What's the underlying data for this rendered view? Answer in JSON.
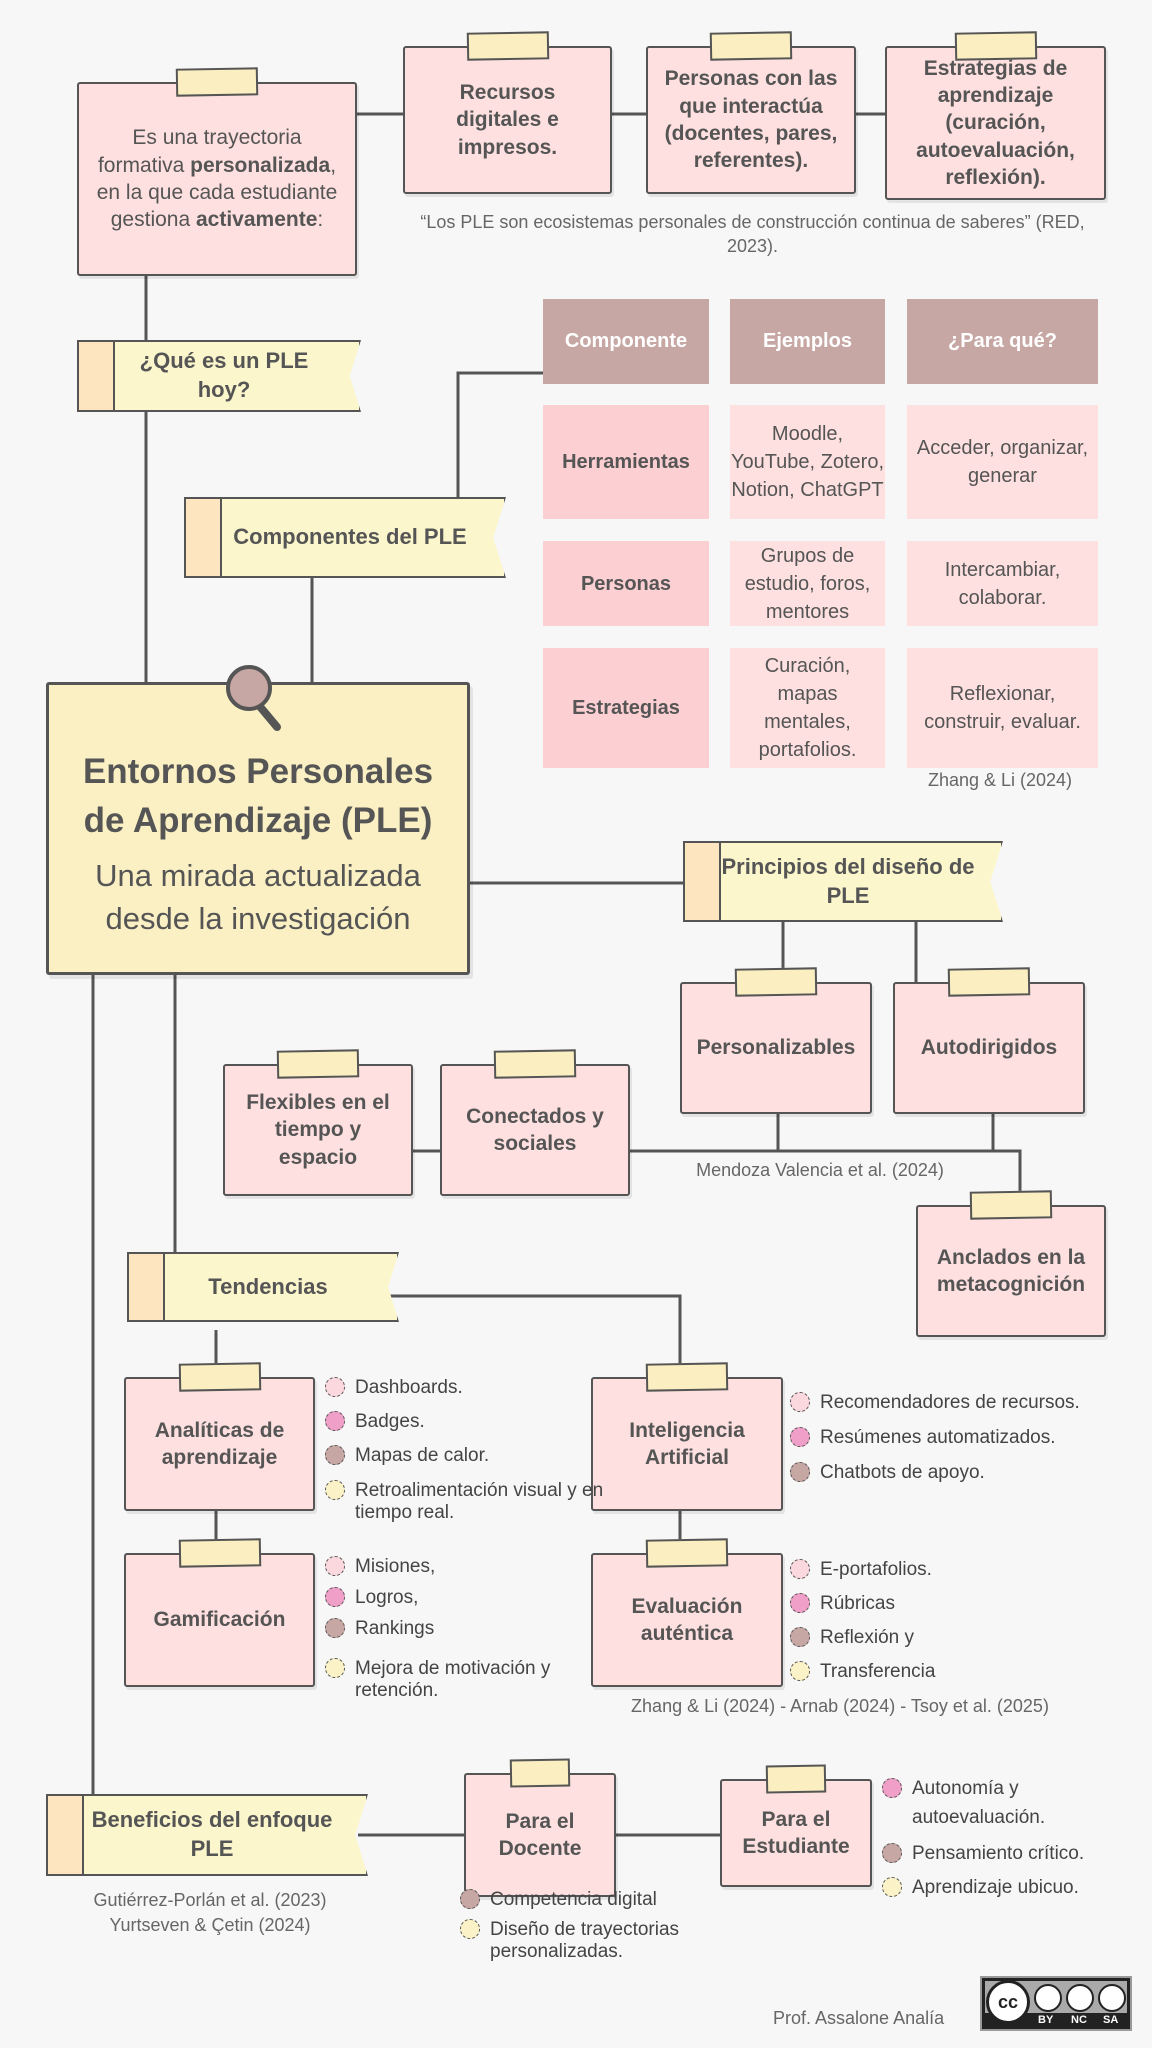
{
  "colors": {
    "note_bg": "#fde0df",
    "banner_bg": "#fcf6cc",
    "banner_tab": "#fde5c0",
    "table_header": "#c7a7a4",
    "table_first_col": "#fccfd2",
    "line": "#555555",
    "dot_pink": "#fbd8de",
    "dot_magenta": "#f0a0c8",
    "dot_mauve": "#c7a7a4",
    "dot_yellow": "#fbf2c8"
  },
  "central": {
    "title": "Entornos Personales de Aprendizaje (PLE)",
    "subtitle": "Una mirada actualizada desde la investigación",
    "icon": "magnifier-icon"
  },
  "definition": {
    "pre": "Es una trayectoria formativa ",
    "bold1": "personalizada",
    "mid": ", en la que cada estudiante gestiona ",
    "bold2": "activamente",
    "post": ":"
  },
  "top_notes": [
    "Recursos digitales e impresos.",
    "Personas con las que interactúa (docentes, pares, referentes).",
    "Estrategias de aprendizaje (curación, autoevaluación, reflexión)."
  ],
  "quote": "“Los PLE son ecosistemas personales de construcción continua de saberes” (RED, 2023).",
  "banners": {
    "que_es": "¿Qué es un PLE hoy?",
    "componentes": "Componentes del PLE",
    "principios": "Principios del diseño de PLE",
    "tendencias": "Tendencias",
    "beneficios": "Beneficios del enfoque PLE"
  },
  "table": {
    "headers": [
      "Componente",
      "Ejemplos",
      "¿Para qué?"
    ],
    "rows": [
      [
        "Herramientas",
        "Moodle, YouTube, Zotero, Notion, ChatGPT",
        "Acceder, organizar, generar"
      ],
      [
        "Personas",
        "Grupos de estudio, foros, mentores",
        "Intercambiar, colaborar."
      ],
      [
        "Estrategias",
        "Curación, mapas mentales, portafolios.",
        "Reflexionar, construir, evaluar."
      ]
    ],
    "citation": "Zhang & Li (2024)"
  },
  "principles": {
    "items": [
      "Personalizables",
      "Autodirigidos",
      "Flexibles en el tiempo y espacio",
      "Conectados y sociales",
      "Anclados en la metacognición"
    ],
    "citation": "Mendoza Valencia et al. (2024)"
  },
  "trends": {
    "analiticas": {
      "title": "Analíticas de aprendizaje",
      "bullets": [
        "Dashboards.",
        "Badges.",
        "Mapas de calor.",
        "Retroalimentación visual y en tiempo real."
      ]
    },
    "gamificacion": {
      "title": "Gamificación",
      "bullets": [
        "Misiones,",
        "Logros,",
        "Rankings",
        "Mejora de motivación y retención."
      ]
    },
    "ia": {
      "title": "Inteligencia Artificial",
      "bullets": [
        "Recomendadores de recursos.",
        "Resúmenes automatizados.",
        "Chatbots de apoyo."
      ]
    },
    "evaluacion": {
      "title": "Evaluación auténtica",
      "bullets": [
        "E-portafolios.",
        "Rúbricas",
        "Reflexión y",
        "Transferencia"
      ]
    },
    "citation": "Zhang & Li (2024) - Arnab (2024) - Tsoy et al. (2025)"
  },
  "benefits": {
    "docente": {
      "title": "Para el Docente",
      "bullets": [
        "Competencia digital",
        "Diseño de trayectorias personalizadas."
      ]
    },
    "estudiante": {
      "title": "Para el Estudiante",
      "bullets": [
        "Autonomía y autoevaluación.",
        "Pensamiento crítico.",
        "Aprendizaje ubicuo."
      ]
    },
    "citation1": "Gutiérrez-Porlán et al. (2023)",
    "citation2": "Yurtseven & Çetin (2024)"
  },
  "footer": {
    "author": "Prof. Assalone Analía",
    "license": {
      "cc": "cc",
      "by": "BY",
      "nc": "NC",
      "sa": "SA"
    }
  }
}
